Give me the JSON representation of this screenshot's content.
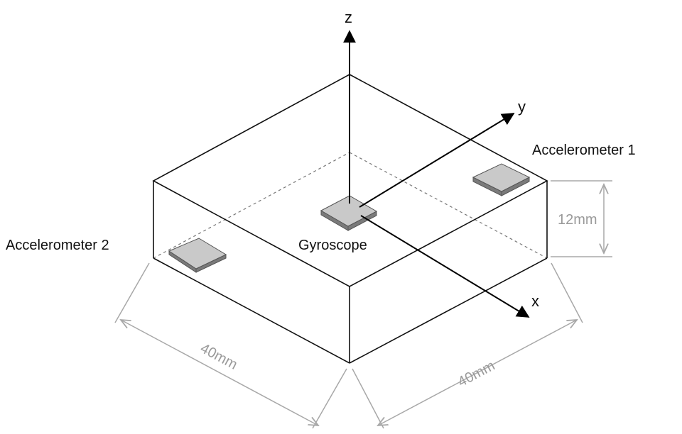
{
  "axes": {
    "z": "z",
    "y": "y",
    "x": "x"
  },
  "components": {
    "gyroscope": "Gyroscope",
    "accelerometer_1": "Accelerometer 1",
    "accelerometer_2": "Accelerometer 2"
  },
  "dimensions": {
    "height": "12mm",
    "length_left": "40mm",
    "length_right": "40mm"
  }
}
